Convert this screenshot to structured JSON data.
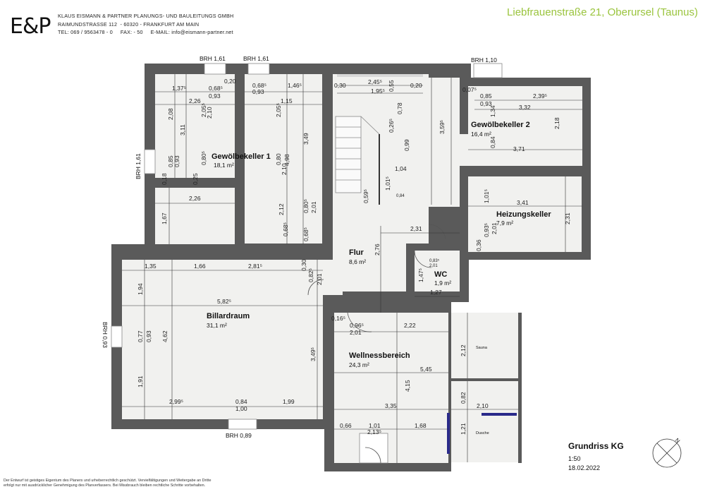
{
  "header": {
    "logo": "E&P",
    "company_lines": [
      "KLAUS EISMANN & PARTNER PLANUNGS- UND BAULEITUNGS GMBH",
      "RAIMUNDSTRASSE 112  - 60320 - FRANKFURT AM MAIN",
      "TEL: 069 / 9563478 - 0     FAX: - 50     E-MAIL: info@eismann-partner.net"
    ],
    "address": "Liebfrauenstraße 21, Oberursel (Taunus)"
  },
  "rooms": [
    {
      "name": "Gewölbekeller 1",
      "area": "18,1 m²"
    },
    {
      "name": "Gewölbekeller 2",
      "area": "16,4 m²"
    },
    {
      "name": "Heizungskeller",
      "area": "7,9 m²"
    },
    {
      "name": "Flur",
      "area": "8,6 m²"
    },
    {
      "name": "WC",
      "area": "1,9 m²"
    },
    {
      "name": "Billardraum",
      "area": "31,1 m²"
    },
    {
      "name": "Wellnessbereich",
      "area": "24,3 m²"
    },
    {
      "name": "Sauna",
      "area": ""
    },
    {
      "name": "Dusche",
      "area": ""
    }
  ],
  "brh_labels": [
    "BRH  1,61",
    "BRH  1,61",
    "BRH  1,10",
    "BRH  1,61",
    "BRH  0,93",
    "BRH  0,89"
  ],
  "dimensions": [
    "1,37⁵",
    "0,20",
    "0,68⁵",
    "0,68⁵",
    "1,46⁵",
    "0,93",
    "0,93",
    "2,26",
    "2,05⁵",
    "2,05⁵",
    "1,15",
    "2,08",
    "3,11",
    "3,49",
    "4,98",
    "0,85",
    "0,93",
    "0,80⁵",
    "0,80",
    "0,18",
    "0,25",
    "2,10",
    "2,10",
    "2,26",
    "1,67",
    "2,12",
    "0,80⁵",
    "2,01",
    "0,68⁵",
    "0,68⁵",
    "0,30",
    "2,45⁵",
    "1,95⁵",
    "0,55",
    "0,20",
    "0,78",
    "0,26⁵",
    "0,99",
    "1,04",
    "1,01⁵",
    "0,59⁵",
    "0,84",
    "0,07⁵",
    "0,85",
    "2,39⁵",
    "0,93",
    "1,34",
    "3,32",
    "3,59⁵",
    "2,18",
    "0,84",
    "3,71",
    "3,41",
    "1,01⁵",
    "2,31",
    "2,31",
    "0,93⁵",
    "2,01",
    "0,36",
    "1,35",
    "1,66",
    "2,81⁵",
    "0,30",
    "0,82⁵",
    "2,01",
    "2,76",
    "1,94",
    "5,82⁵",
    "4,62",
    "0,77",
    "0,93",
    "1,47⁵",
    "1,27",
    "0,83⁵",
    "2,01",
    "0,16⁵",
    "0,96⁵",
    "2,01",
    "2,22",
    "2,12",
    "3,49⁵",
    "5,45",
    "4,15",
    "1,91",
    "0,82",
    "2,10",
    "2,99⁵",
    "0,84",
    "1,00",
    "1,99",
    "3,35",
    "0,66",
    "1,01",
    "2,13⁵",
    "1,68",
    "1,21"
  ],
  "footer_lines": [
    "Der Entwurf ist geistiges Eigentum des Planers und urheberrechtlich geschützt. Vervielfältigungen und Weitergabe an Dritte",
    "erfolgt nur mit ausdrücklicher Genehmigung des Planverfassers. Bei Missbrauch bleiben rechtliche Schritte vorbehalten."
  ],
  "info": {
    "title": "Grundriss KG",
    "scale": "1:50",
    "date": "18.02.2022"
  },
  "north_label": "N",
  "colors": {
    "wall": "#5a5a5a",
    "floor": "#f1f1ef",
    "dim": "#333333",
    "accent": "#9ac43d",
    "door": "#2a2a8a"
  }
}
